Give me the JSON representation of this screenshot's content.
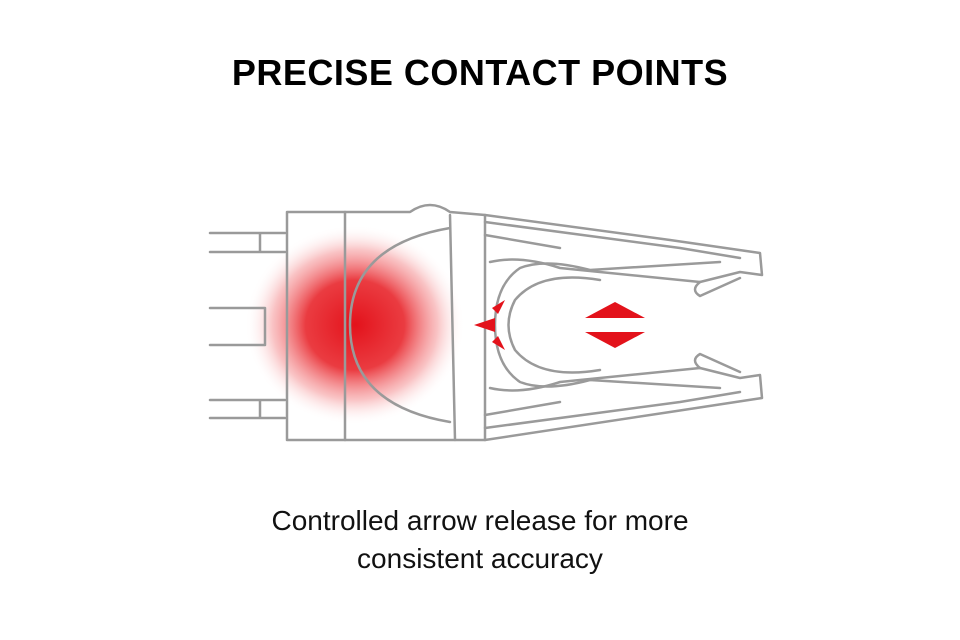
{
  "title": "PRECISE CONTACT POINTS",
  "caption": {
    "line1": "Controlled arrow release for more",
    "line2": "consistent accuracy"
  },
  "colors": {
    "outline": "#9a9a9a",
    "accent": "#e3121b",
    "text": "#000000"
  },
  "icons": {
    "contact-arrow": "triangle-arrow",
    "expansion-indicator": "double-triangle"
  }
}
